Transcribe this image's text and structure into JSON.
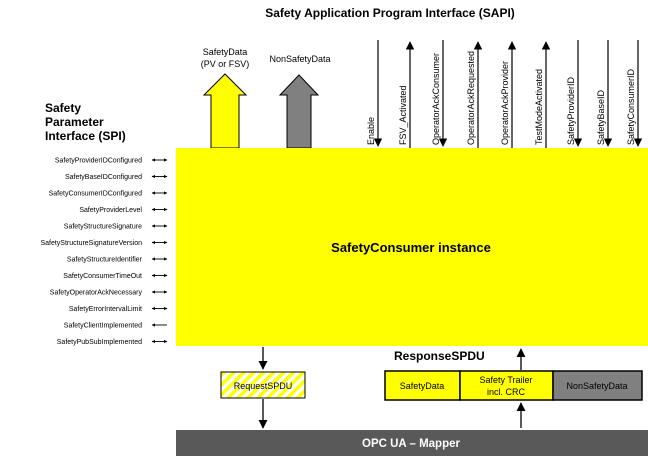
{
  "titles": {
    "sapi": "Safety Application Program Interface (SAPI)",
    "spi_line1": "Safety",
    "spi_line2": "Parameter",
    "spi_line3": "Interface (SPI)"
  },
  "outputs": {
    "safety_data_line1": "SafetyData",
    "safety_data_line2": "(PV or FSV)",
    "non_safety_data": "NonSafetyData"
  },
  "sapi_signals": [
    {
      "label": "Enable",
      "direction": "in"
    },
    {
      "label": "FSV_Activated",
      "direction": "out"
    },
    {
      "label": "OperatorAckConsumer",
      "direction": "in"
    },
    {
      "label": "OperatorAckRequested",
      "direction": "out"
    },
    {
      "label": "OperatorAckProvider",
      "direction": "out"
    },
    {
      "label": "TestModeActivated",
      "direction": "out"
    },
    {
      "label": "SafetyProviderID",
      "direction": "in"
    },
    {
      "label": "SafetyBaseID",
      "direction": "in"
    },
    {
      "label": "SafetyConsumerID",
      "direction": "in"
    }
  ],
  "spi_params": [
    {
      "label": "SafetyProviderIDConfigured",
      "arrow": "both"
    },
    {
      "label": "SafetyBaseIDConfigured",
      "arrow": "both"
    },
    {
      "label": "SafetyConsumerIDConfigured",
      "arrow": "both"
    },
    {
      "label": "SafetyProviderLevel",
      "arrow": "both"
    },
    {
      "label": "SafetyStructureSignature",
      "arrow": "both"
    },
    {
      "label": "SafetyStructureSignatureVersion",
      "arrow": "both"
    },
    {
      "label": "SafetyStructureIdentifier",
      "arrow": "both"
    },
    {
      "label": "SafetyConsumerTimeOut",
      "arrow": "both"
    },
    {
      "label": "SafetyOperatorAckNecessary",
      "arrow": "both"
    },
    {
      "label": "SafetyErrorIntervalLimit",
      "arrow": "both"
    },
    {
      "label": "SafetyClientImplemented",
      "arrow": "in"
    },
    {
      "label": "SafetyPubSubImplemented",
      "arrow": "both"
    }
  ],
  "instance_label": "SafetyConsumer instance",
  "request_spdu": "RequestSPDU",
  "response_spdu": {
    "title": "ResponseSPDU",
    "safety_data": "SafetyData",
    "trailer_line1": "Safety Trailer",
    "trailer_line2": "incl. CRC",
    "non_safety_data": "NonSafetyData"
  },
  "mapper": "OPC UA – Mapper",
  "colors": {
    "yellow": "#ffff00",
    "gray": "#808080",
    "mapper_bg": "#595959",
    "black": "#000000"
  }
}
